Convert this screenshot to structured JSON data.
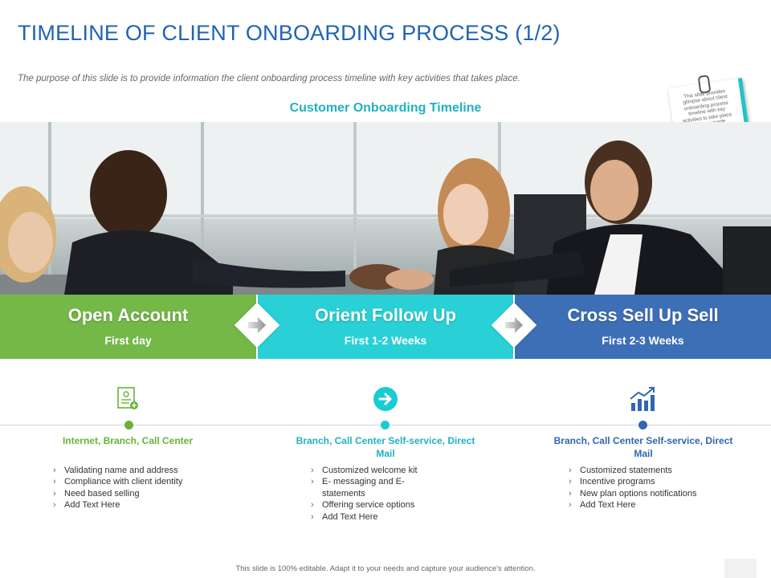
{
  "slide": {
    "title": "TIMELINE OF CLIENT ONBOARDING PROCESS (1/2)",
    "subtitle": "The purpose of this slide is to provide information the client onboarding process timeline with key activities that takes place.",
    "timeline_title": "Customer Onboarding Timeline",
    "note_text": "This slide provides glimpse about client onboarding process timeline with key activities to take place. User can made alterations in this slide according to their requirement.",
    "footer": "This slide is 100% editable. Adapt it to your needs and capture your audience's attention."
  },
  "colors": {
    "green": "#68b238",
    "teal": "#17cdd2",
    "blue": "#3166b1",
    "title_blue": "#1f63b5"
  },
  "stages": [
    {
      "title": "Open Account",
      "timing": "First day",
      "icon": "document-check-icon",
      "channel": "Internet, Branch, Call Center",
      "activities": [
        "Validating name and address",
        "Compliance with client identity",
        "Need based selling",
        "Add Text Here"
      ]
    },
    {
      "title": "Orient Follow Up",
      "timing": "First 1-2 Weeks",
      "icon": "arrow-circle-icon",
      "channel": "Branch, Call Center Self-service, Direct Mail",
      "activities": [
        "Customized welcome kit",
        "E- messaging and E- statements",
        "Offering service options",
        "Add Text Here"
      ]
    },
    {
      "title": "Cross Sell Up Sell",
      "timing": "First 2-3 Weeks",
      "icon": "growth-chart-icon",
      "channel": "Branch, Call Center Self-service, Direct Mail",
      "activities": [
        "Customized statements",
        "Incentive programs",
        "New plan options notifications",
        "Add Text Here"
      ]
    }
  ]
}
